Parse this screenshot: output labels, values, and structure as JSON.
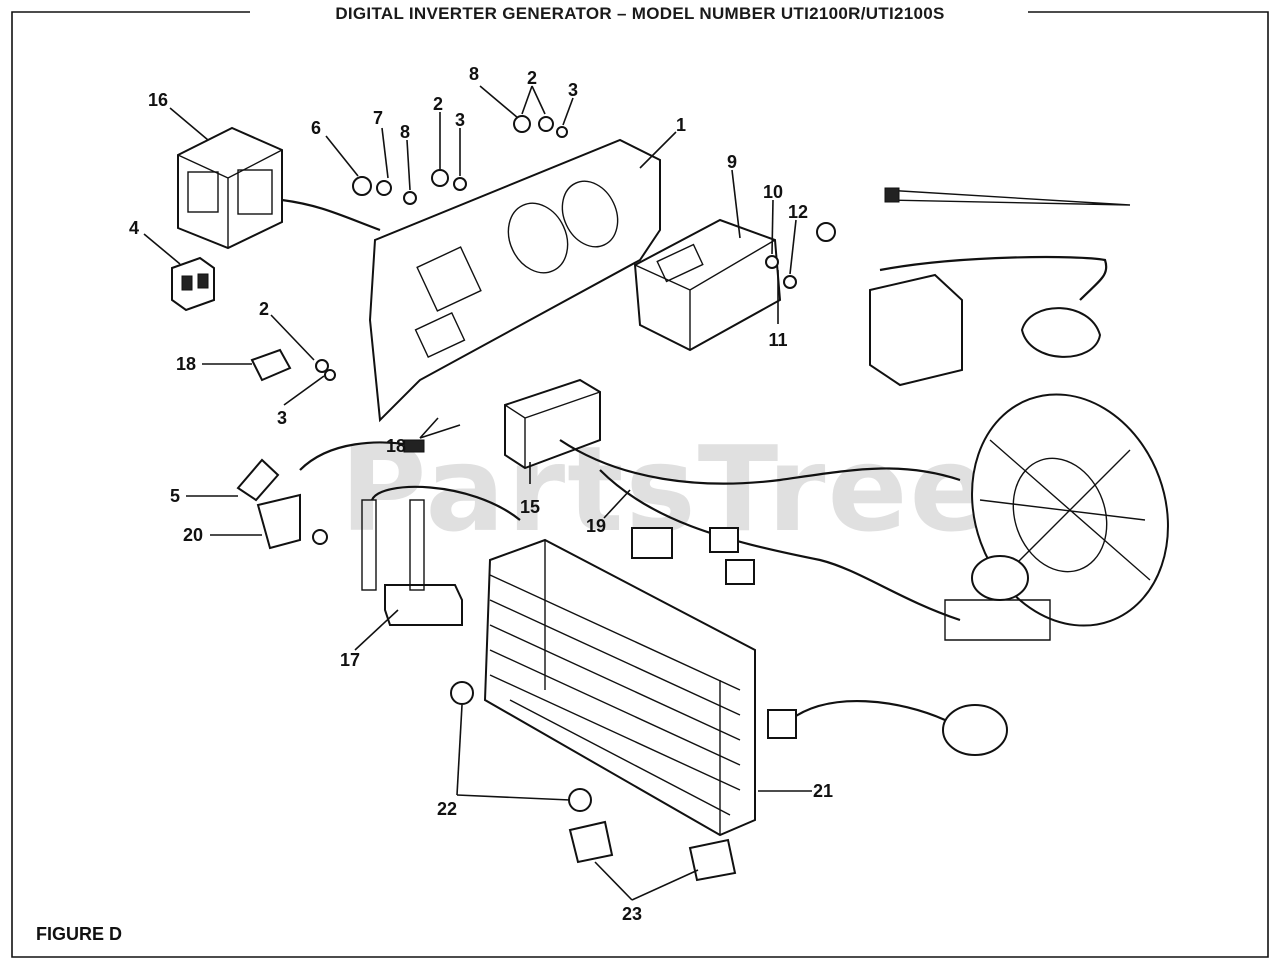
{
  "header": {
    "title": "DIGITAL INVERTER GENERATOR – MODEL NUMBER UTI2100R/UTI2100S"
  },
  "figure": {
    "label": "FIGURE D"
  },
  "watermark": {
    "text": "PartsTree"
  },
  "callouts": [
    {
      "id": "c16",
      "text": "16"
    },
    {
      "id": "c6",
      "text": "6"
    },
    {
      "id": "c7",
      "text": "7"
    },
    {
      "id": "c8a",
      "text": "8"
    },
    {
      "id": "c2a",
      "text": "2"
    },
    {
      "id": "c3a",
      "text": "3"
    },
    {
      "id": "c8b",
      "text": "8"
    },
    {
      "id": "c2b",
      "text": "2"
    },
    {
      "id": "c3b",
      "text": "3"
    },
    {
      "id": "c1",
      "text": "1"
    },
    {
      "id": "c9",
      "text": "9"
    },
    {
      "id": "c10",
      "text": "10"
    },
    {
      "id": "c12",
      "text": "12"
    },
    {
      "id": "c11",
      "text": "11"
    },
    {
      "id": "c4",
      "text": "4"
    },
    {
      "id": "c2c",
      "text": "2"
    },
    {
      "id": "c18a",
      "text": "18"
    },
    {
      "id": "c3c",
      "text": "3"
    },
    {
      "id": "c18b",
      "text": "18"
    },
    {
      "id": "c5",
      "text": "5"
    },
    {
      "id": "c20",
      "text": "20"
    },
    {
      "id": "c15",
      "text": "15"
    },
    {
      "id": "c19",
      "text": "19"
    },
    {
      "id": "c17",
      "text": "17"
    },
    {
      "id": "c22",
      "text": "22"
    },
    {
      "id": "c21",
      "text": "21"
    },
    {
      "id": "c23",
      "text": "23"
    }
  ]
}
